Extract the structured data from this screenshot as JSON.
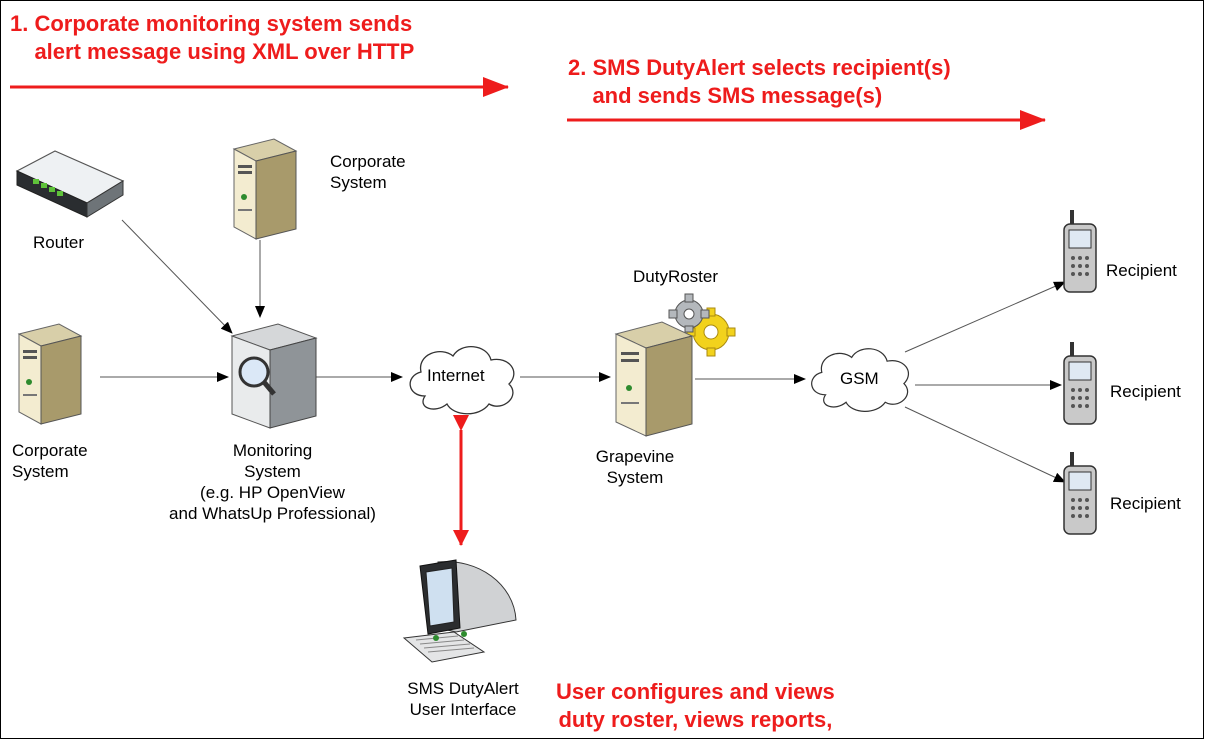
{
  "notes": {
    "step1": "1. Corporate monitoring system sends\n    alert message using XML over HTTP",
    "step2": "2. SMS DutyAlert selects recipient(s)\n    and sends SMS message(s)",
    "step3": "User configures and views\nduty roster, views reports,"
  },
  "nodes": {
    "router": "Router",
    "corporate_top": "Corporate\nSystem",
    "corporate_left": "Corporate\nSystem",
    "monitoring": "Monitoring\nSystem\n(e.g. HP OpenView\nand WhatsUp Professional)",
    "internet": "Internet",
    "dutyroster": "DutyRoster",
    "grapevine": "Grapevine\nSystem",
    "gsm": "GSM",
    "recipient1": "Recipient",
    "recipient2": "Recipient",
    "recipient3": "Recipient",
    "ui": "SMS DutyAlert\nUser Interface"
  },
  "colors": {
    "accent": "#ee1c1c",
    "line": "#000000"
  }
}
